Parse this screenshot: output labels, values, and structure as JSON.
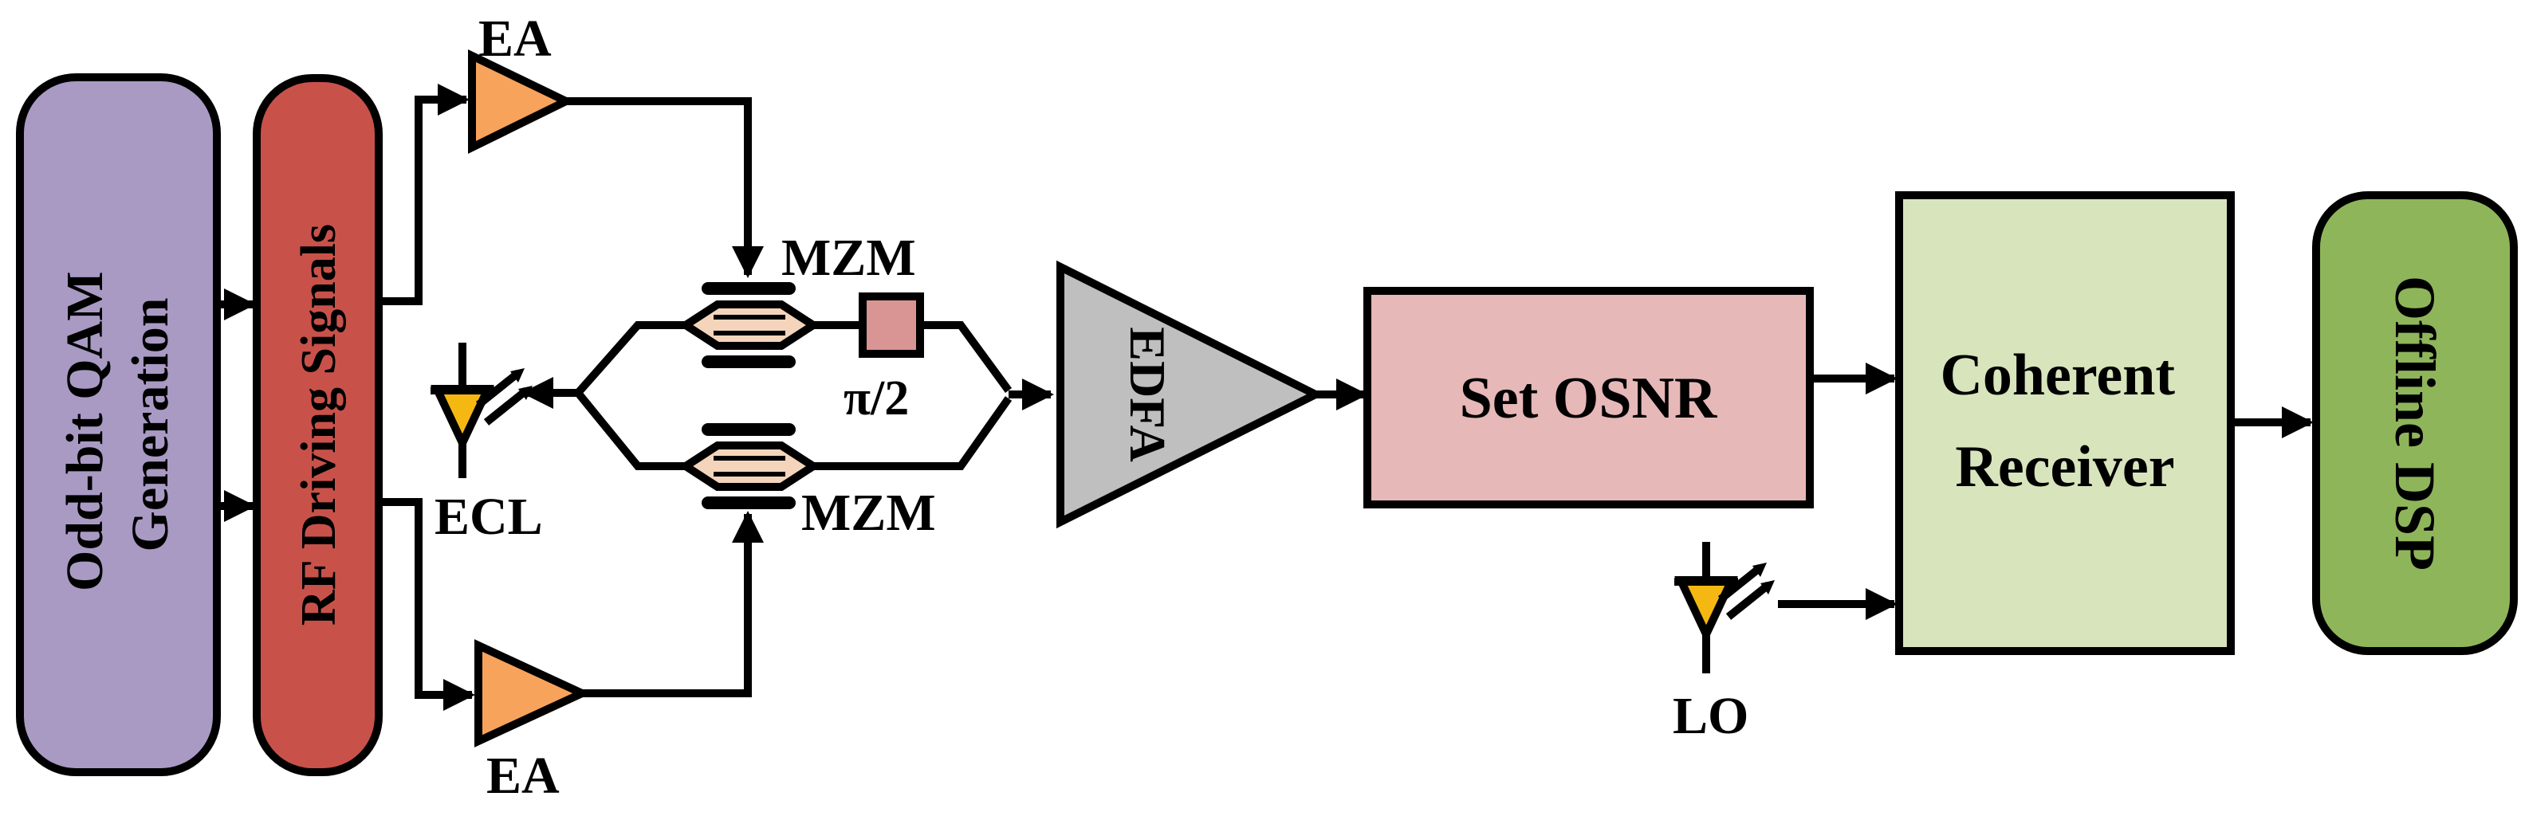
{
  "blocks": {
    "qam_generation": {
      "line1": "Odd-bit QAM",
      "line2": "Generation"
    },
    "rf_driving": "RF Driving Signals",
    "ea_top": "EA",
    "ea_bottom": "EA",
    "mzm_top": "MZM",
    "mzm_bottom": "MZM",
    "phase_shift": "π/2",
    "ecl": "ECL",
    "edfa": "EDFA",
    "set_osnr": "Set OSNR",
    "coherent_receiver": {
      "line1": "Coherent",
      "line2": "Receiver"
    },
    "lo": "LO",
    "offline_dsp": "Offline DSP"
  },
  "colors": {
    "qam_generation": "#a99ac4",
    "rf_driving": "#c8524a",
    "amplifier": "#f7a35c",
    "laser": "#f5b813",
    "phase_shifter": "#d99594",
    "mzm_core": "#f4d5bb",
    "edfa": "#bfbfbf",
    "set_osnr": "#e6b8b7",
    "coherent_receiver": "#d8e4bc",
    "offline_dsp": "#8fb55a"
  }
}
